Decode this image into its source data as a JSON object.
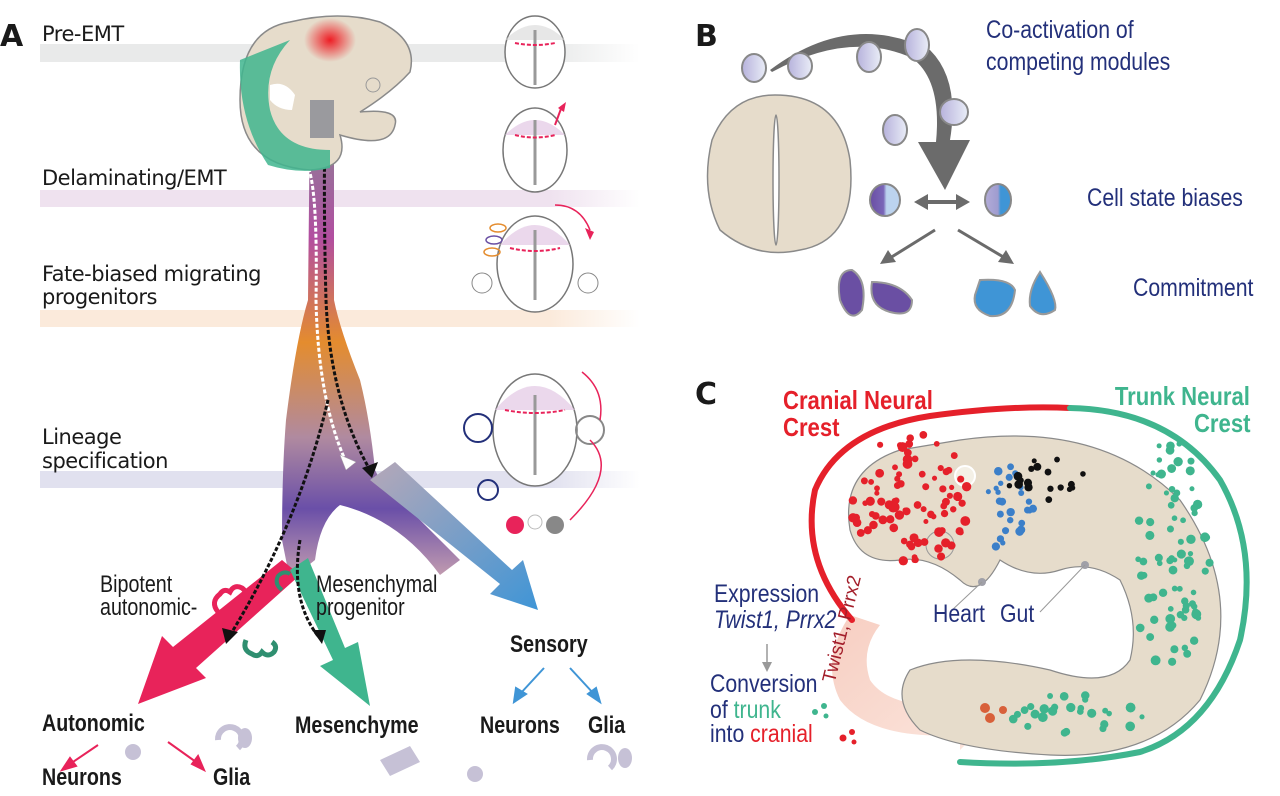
{
  "panel_a": {
    "letter": "A",
    "stages": [
      {
        "label": "Pre-EMT",
        "band_color": "#e9eaea"
      },
      {
        "label": "Delaminating/EMT",
        "band_color": "#efe2ef"
      },
      {
        "label_line1": "Fate-biased migrating",
        "label_line2": "progenitors",
        "band_color": "#fbeadb"
      },
      {
        "label_line1": "Lineage",
        "label_line2": "specification",
        "band_color": "#e1e1ef"
      }
    ],
    "progenitor_labels": {
      "bipotent_line1": "Bipotent",
      "bipotent_line2": "autonomic-",
      "mesenchymal_line1": "Mesenchymal",
      "mesenchymal_line2": "progenitor"
    },
    "fates": {
      "autonomic": "Autonomic",
      "autonomic_neurons": "Neurons",
      "autonomic_glia": "Glia",
      "mesenchyme": "Mesenchyme",
      "sensory": "Sensory",
      "sensory_neurons": "Neurons",
      "sensory_glia": "Glia"
    },
    "colors": {
      "autonomic": "#e8235a",
      "mesenchyme": "#3fb58e",
      "sensory": "#3f95d6",
      "neural_crest_cranial": "#e8202a",
      "neural_crest_trunk": "#3fb58e",
      "embryo": "#e6dccb"
    }
  },
  "panel_b": {
    "letter": "B",
    "coactivation_line1": "Co-activation of",
    "coactivation_line2": "competing modules",
    "biases": "Cell state biases",
    "commitment": "Commitment",
    "colors": {
      "purple": "#6a4fa3",
      "blue": "#3f95d6",
      "arrow": "#6b6b6b",
      "text": "#23307a"
    }
  },
  "panel_c": {
    "letter": "C",
    "cranial_line1": "Cranial Neural",
    "cranial_line2": "Crest",
    "trunk_line1": "Trunk Neural",
    "trunk_line2": "Crest",
    "heart": "Heart",
    "gut": "Gut",
    "expression_line1": "Expression",
    "expression_line2": "Twist1, Prrx2",
    "conversion_line1": "Conversion",
    "conversion_of": "of ",
    "conversion_trunk": "trunk",
    "conversion_into": "into ",
    "conversion_cranial": "cranial",
    "arc_label": "Twist1, Prrx2",
    "colors": {
      "cranial": "#e5202a",
      "trunk": "#3fb58e",
      "text": "#23307a",
      "arc": "#f6c9bb"
    }
  }
}
